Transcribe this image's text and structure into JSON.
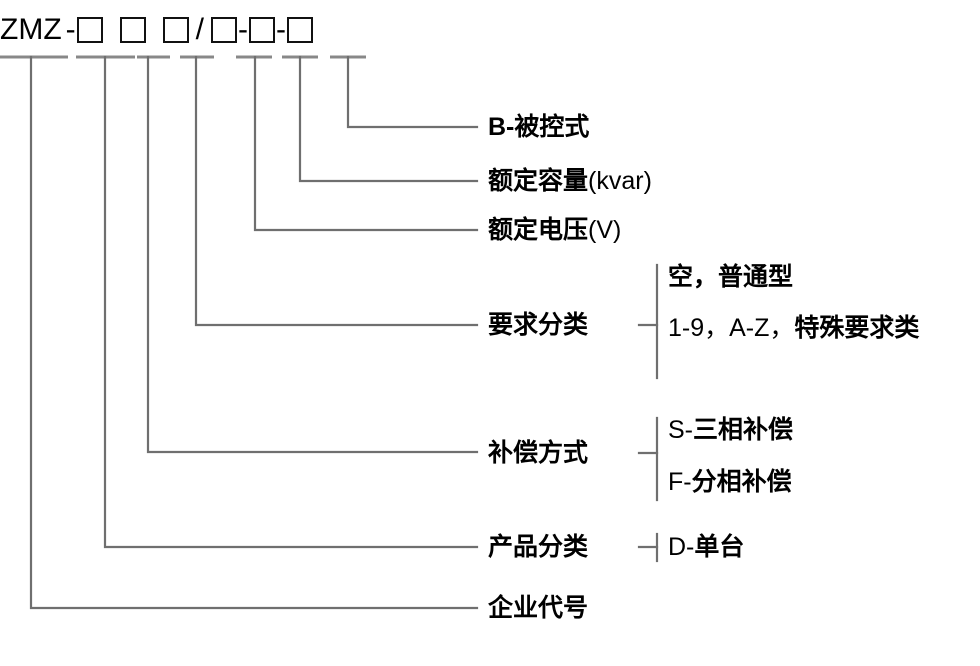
{
  "diagram": {
    "title_code": {
      "prefix": "ZMZ",
      "separator_dash": "-",
      "slash": "/",
      "dash": "-",
      "box_glyph": "□",
      "full_code": "ZMZ -□ □ □ / □-□-□",
      "box_count": 6
    },
    "rows": [
      {
        "id": "controlled-type",
        "label_bold": "B-被控式",
        "label_plain": "",
        "sub_items": []
      },
      {
        "id": "rated-capacity",
        "label_bold": "额定容量",
        "label_plain": "(kvar)",
        "sub_items": []
      },
      {
        "id": "rated-voltage",
        "label_bold": "额定电压",
        "label_plain": "(V)",
        "sub_items": []
      },
      {
        "id": "requirement-class",
        "label_bold": "要求分类",
        "label_plain": "",
        "sub_items": [
          {
            "bold": "空，普通型",
            "plain_prefix": ""
          },
          {
            "bold": "特殊要求类",
            "plain_prefix": "1-9，A-Z，"
          }
        ]
      },
      {
        "id": "compensation-mode",
        "label_bold": "补偿方式",
        "label_plain": "",
        "sub_items": [
          {
            "bold": "三相补偿",
            "plain_prefix": "S-"
          },
          {
            "bold": "分相补偿",
            "plain_prefix": "F-"
          }
        ]
      },
      {
        "id": "product-class",
        "label_bold": "产品分类",
        "label_plain": "",
        "sub_items": [
          {
            "bold": "单台",
            "plain_prefix": "D-"
          }
        ]
      },
      {
        "id": "enterprise-code",
        "label_bold": "企业代号",
        "label_plain": "",
        "sub_items": []
      }
    ],
    "colors": {
      "line": "#6f6f6f",
      "line_dark": "#3a3a3a",
      "text": "#000000",
      "background": "#ffffff"
    }
  }
}
